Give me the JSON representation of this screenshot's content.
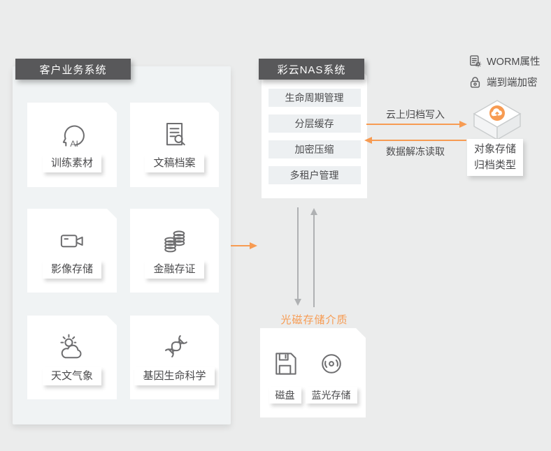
{
  "palette": {
    "background": "#EBECEC",
    "panel_bg": "#F0F3F4",
    "header_bg": "#58585A",
    "card_bg": "#FFFFFF",
    "nas_item_bg": "#EDF0F2",
    "accent_orange": "#F79B52",
    "arrow_gray": "#AFB1B3",
    "text_dark": "#4A4A4C"
  },
  "left_panel": {
    "title": "客户业务系统",
    "cards": [
      {
        "label": "训练素材",
        "icon": "ai-head-icon"
      },
      {
        "label": "文稿档案",
        "icon": "document-search-icon"
      },
      {
        "label": "影像存储",
        "icon": "video-camera-icon"
      },
      {
        "label": "金融存证",
        "icon": "coins-icon"
      },
      {
        "label": "天文气象",
        "icon": "sun-cloud-icon"
      },
      {
        "label": "基因生命科学",
        "icon": "dna-icon"
      }
    ]
  },
  "nas_panel": {
    "title": "彩云NAS系统",
    "items": {
      "0": "生命周期管理",
      "1": "分层缓存",
      "2": "加密压缩",
      "3": "多租户管理"
    }
  },
  "flows": {
    "write_label": "云上归档写入",
    "read_label": "数据解冻读取"
  },
  "object_storage": {
    "features": {
      "0": {
        "label": "WORM属性",
        "icon": "document-gear-icon"
      },
      "1": {
        "label": "端到端加密",
        "icon": "lock-icon"
      }
    },
    "cube_icon": "object-storage-cube-icon",
    "label_line1": "对象存储",
    "label_line2": "归档类型"
  },
  "media_panel": {
    "title": "光磁存储介质",
    "cards": [
      {
        "label": "磁盘",
        "icon": "floppy-disk-icon"
      },
      {
        "label": "蓝光存储",
        "icon": "optical-disc-icon"
      }
    ]
  }
}
